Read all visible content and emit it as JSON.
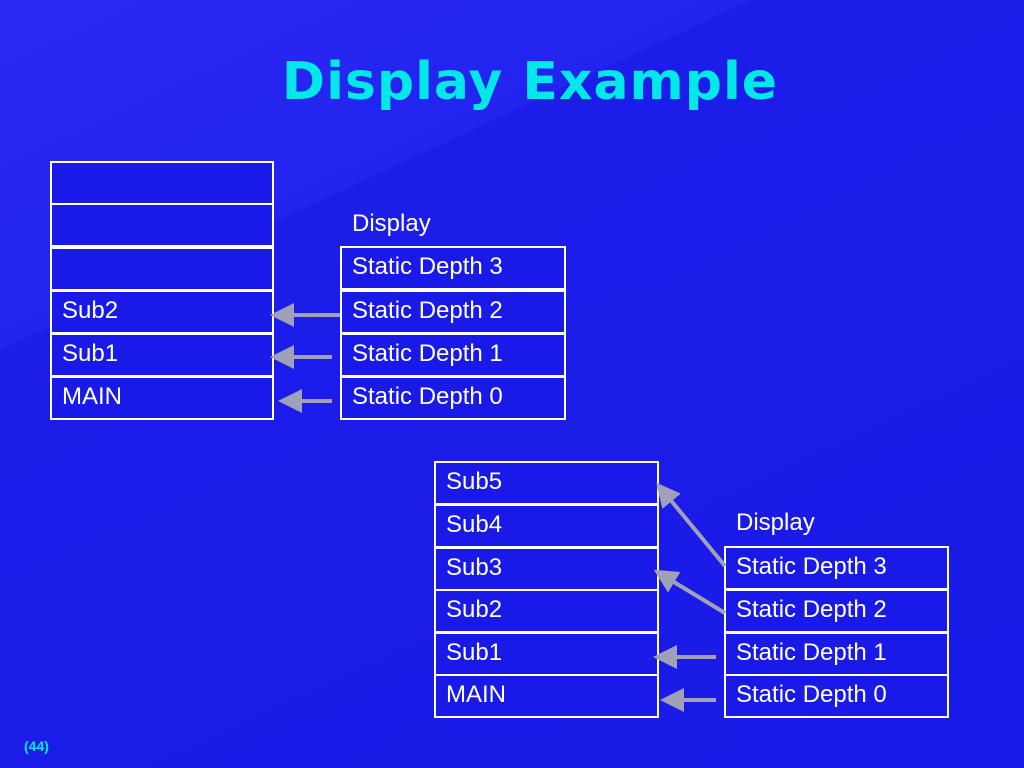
{
  "title": "Display Example",
  "diagram1": {
    "stack": [
      "",
      "",
      "",
      "Sub2",
      "Sub1",
      "MAIN"
    ],
    "display_label": "Display",
    "display": [
      "Static Depth 3",
      "Static Depth 2",
      "Static Depth 1",
      "Static Depth 0"
    ]
  },
  "diagram2": {
    "stack": [
      "Sub5",
      "Sub4",
      "Sub3",
      "Sub2",
      "Sub1",
      "MAIN"
    ],
    "display_label": "Display",
    "display": [
      "Static Depth 3",
      "Static Depth 2",
      "Static Depth 1",
      "Static Depth 0"
    ]
  },
  "footer": "(44)",
  "colors": {
    "background": "#1a1ae8",
    "title": "#00e8e8",
    "arrow": "#a0a0b8"
  }
}
